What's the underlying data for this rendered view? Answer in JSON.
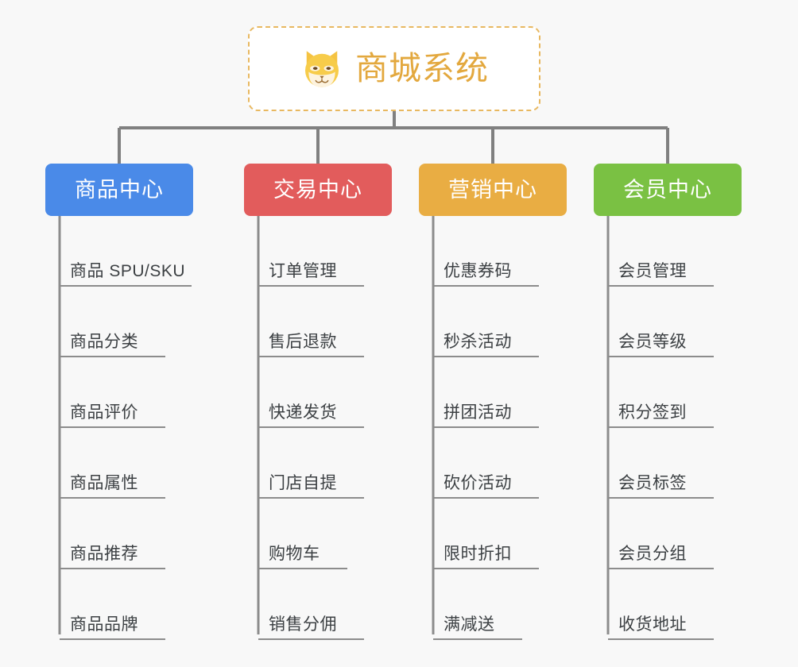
{
  "background_color": "#f8f8f8",
  "root": {
    "title": "商城系统",
    "icon": "shiba-dog-icon",
    "text_color": "#e3a83e",
    "border_color": "#e8b860",
    "background_color": "#ffffff"
  },
  "connector_color": "#808080",
  "leaf_line_color": "#8c8c8c",
  "leaf_text_color": "#3c4043",
  "columns": [
    {
      "id": "product-center",
      "label": "商品中心",
      "color": "#4a8ae8",
      "items": [
        {
          "label": "商品 SPU/SKU",
          "line_width": 166
        },
        {
          "label": "商品分类",
          "line_width": 133
        },
        {
          "label": "商品评价",
          "line_width": 133
        },
        {
          "label": "商品属性",
          "line_width": 133
        },
        {
          "label": "商品推荐",
          "line_width": 133
        },
        {
          "label": "商品品牌",
          "line_width": 133
        }
      ]
    },
    {
      "id": "trade-center",
      "label": "交易中心",
      "color": "#e25c5c",
      "items": [
        {
          "label": "订单管理",
          "line_width": 133
        },
        {
          "label": "售后退款",
          "line_width": 133
        },
        {
          "label": "快递发货",
          "line_width": 133
        },
        {
          "label": "门店自提",
          "line_width": 133
        },
        {
          "label": "购物车",
          "line_width": 112
        },
        {
          "label": "销售分佣",
          "line_width": 133
        }
      ]
    },
    {
      "id": "marketing-center",
      "label": "营销中心",
      "color": "#e9ad43",
      "items": [
        {
          "label": "优惠券码",
          "line_width": 133
        },
        {
          "label": "秒杀活动",
          "line_width": 133
        },
        {
          "label": "拼团活动",
          "line_width": 133
        },
        {
          "label": "砍价活动",
          "line_width": 133
        },
        {
          "label": "限时折扣",
          "line_width": 133
        },
        {
          "label": "满减送",
          "line_width": 112
        }
      ]
    },
    {
      "id": "member-center",
      "label": "会员中心",
      "color": "#7ac143",
      "items": [
        {
          "label": "会员管理",
          "line_width": 133
        },
        {
          "label": "会员等级",
          "line_width": 133
        },
        {
          "label": "积分签到",
          "line_width": 133
        },
        {
          "label": "会员标签",
          "line_width": 133
        },
        {
          "label": "会员分组",
          "line_width": 133
        },
        {
          "label": "收货地址",
          "line_width": 133
        }
      ]
    }
  ]
}
